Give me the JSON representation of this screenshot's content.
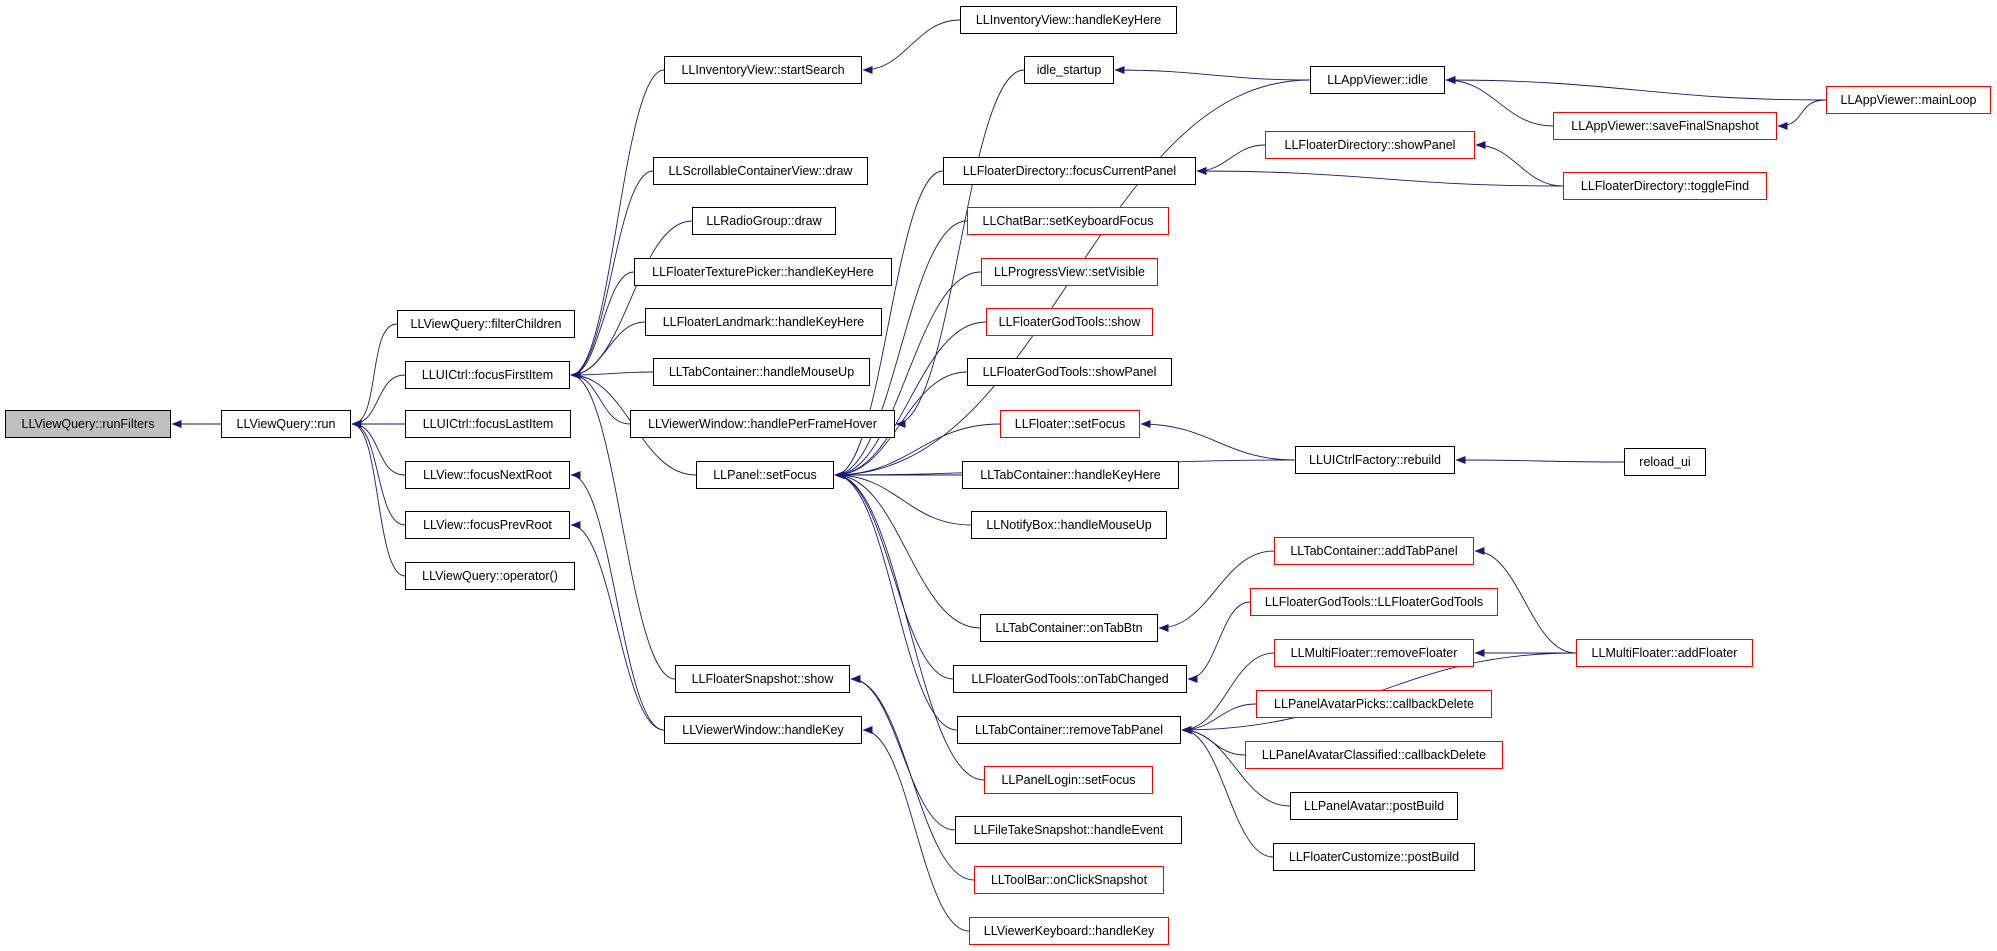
{
  "colors": {
    "edge": "#191970",
    "node_border": "#000000",
    "node_border_external": "#ff0000",
    "root_fill": "#bfbfbf",
    "background": "#ffffff"
  },
  "nodes": [
    {
      "id": "runFilters",
      "label": "LLViewQuery::runFilters",
      "root": true
    },
    {
      "id": "run",
      "label": "LLViewQuery::run"
    },
    {
      "id": "filterChildren",
      "label": "LLViewQuery::filterChildren"
    },
    {
      "id": "focusFirstItem",
      "label": "LLUICtrl::focusFirstItem"
    },
    {
      "id": "focusLastItem",
      "label": "LLUICtrl::focusLastItem"
    },
    {
      "id": "focusNextRoot",
      "label": "LLView::focusNextRoot"
    },
    {
      "id": "focusPrevRoot",
      "label": "LLView::focusPrevRoot"
    },
    {
      "id": "operator",
      "label": "LLViewQuery::operator()"
    },
    {
      "id": "inv_handleKeyHere",
      "label": "LLInventoryView::handleKeyHere"
    },
    {
      "id": "startSearch",
      "label": "LLInventoryView::startSearch"
    },
    {
      "id": "scrollDraw",
      "label": "LLScrollableContainerView::draw"
    },
    {
      "id": "radioDraw",
      "label": "LLRadioGroup::draw"
    },
    {
      "id": "texPicker",
      "label": "LLFloaterTexturePicker::handleKeyHere"
    },
    {
      "id": "landmark",
      "label": "LLFloaterLandmark::handleKeyHere"
    },
    {
      "id": "tabMouseUp",
      "label": "LLTabContainer::handleMouseUp"
    },
    {
      "id": "perFrameHover",
      "label": "LLViewerWindow::handlePerFrameHover"
    },
    {
      "id": "panelSetFocus",
      "label": "LLPanel::setFocus"
    },
    {
      "id": "snapshotShow",
      "label": "LLFloaterSnapshot::show"
    },
    {
      "id": "vwHandleKey",
      "label": "LLViewerWindow::handleKey"
    },
    {
      "id": "idle_startup",
      "label": "idle_startup"
    },
    {
      "id": "dirFocusCurrent",
      "label": "LLFloaterDirectory::focusCurrentPanel"
    },
    {
      "id": "chatBar",
      "label": "LLChatBar::setKeyboardFocus",
      "external": true
    },
    {
      "id": "progressVisible",
      "label": "LLProgressView::setVisible",
      "external": true
    },
    {
      "id": "godShow",
      "label": "LLFloaterGodTools::show",
      "external": true
    },
    {
      "id": "godShowPanel",
      "label": "LLFloaterGodTools::showPanel"
    },
    {
      "id": "floaterSetFocus",
      "label": "LLFloater::setFocus",
      "external": true
    },
    {
      "id": "tabKeyHere",
      "label": "LLTabContainer::handleKeyHere"
    },
    {
      "id": "notifyMouseUp",
      "label": "LLNotifyBox::handleMouseUp"
    },
    {
      "id": "onTabBtn",
      "label": "LLTabContainer::onTabBtn"
    },
    {
      "id": "godTabChanged",
      "label": "LLFloaterGodTools::onTabChanged"
    },
    {
      "id": "removeTabPanel",
      "label": "LLTabContainer::removeTabPanel"
    },
    {
      "id": "loginFocus",
      "label": "LLPanelLogin::setFocus",
      "external": true
    },
    {
      "id": "fileTake",
      "label": "LLFileTakeSnapshot::handleEvent"
    },
    {
      "id": "toolbarSnap",
      "label": "LLToolBar::onClickSnapshot",
      "external": true
    },
    {
      "id": "keyboardKey",
      "label": "LLViewerKeyboard::handleKey",
      "external": true
    },
    {
      "id": "appIdle",
      "label": "LLAppViewer::idle"
    },
    {
      "id": "dirShowPanel",
      "label": "LLFloaterDirectory::showPanel",
      "external": true
    },
    {
      "id": "uiRebuild",
      "label": "LLUICtrlFactory::rebuild"
    },
    {
      "id": "addTabPanel",
      "label": "LLTabContainer::addTabPanel",
      "external": true
    },
    {
      "id": "godCtor",
      "label": "LLFloaterGodTools::LLFloaterGodTools",
      "external": true
    },
    {
      "id": "removeFloater",
      "label": "LLMultiFloater::removeFloater",
      "external": true
    },
    {
      "id": "picksDelete",
      "label": "LLPanelAvatarPicks::callbackDelete",
      "external": true
    },
    {
      "id": "classifiedDelete",
      "label": "LLPanelAvatarClassified::callbackDelete",
      "external": true
    },
    {
      "id": "avatarPostBuild",
      "label": "LLPanelAvatar::postBuild"
    },
    {
      "id": "customizePostBuild",
      "label": "LLFloaterCustomize::postBuild"
    },
    {
      "id": "saveFinalSnap",
      "label": "LLAppViewer::saveFinalSnapshot",
      "external": true
    },
    {
      "id": "toggleFind",
      "label": "LLFloaterDirectory::toggleFind",
      "external": true
    },
    {
      "id": "reload_ui",
      "label": "reload_ui"
    },
    {
      "id": "addFloater",
      "label": "LLMultiFloater::addFloater",
      "external": true
    },
    {
      "id": "mainLoop",
      "label": "LLAppViewer::mainLoop",
      "external": true
    }
  ],
  "edges": [
    [
      "run",
      "runFilters"
    ],
    [
      "filterChildren",
      "run"
    ],
    [
      "focusFirstItem",
      "run"
    ],
    [
      "focusLastItem",
      "run"
    ],
    [
      "focusNextRoot",
      "run"
    ],
    [
      "focusPrevRoot",
      "run"
    ],
    [
      "operator",
      "run"
    ],
    [
      "startSearch",
      "focusFirstItem"
    ],
    [
      "scrollDraw",
      "focusFirstItem"
    ],
    [
      "radioDraw",
      "focusFirstItem"
    ],
    [
      "texPicker",
      "focusFirstItem"
    ],
    [
      "landmark",
      "focusFirstItem"
    ],
    [
      "tabMouseUp",
      "focusFirstItem"
    ],
    [
      "perFrameHover",
      "focusFirstItem"
    ],
    [
      "panelSetFocus",
      "focusFirstItem"
    ],
    [
      "snapshotShow",
      "focusFirstItem"
    ],
    [
      "vwHandleKey",
      "focusNextRoot"
    ],
    [
      "vwHandleKey",
      "focusPrevRoot"
    ],
    [
      "inv_handleKeyHere",
      "startSearch"
    ],
    [
      "idle_startup",
      "perFrameHover"
    ],
    [
      "dirFocusCurrent",
      "panelSetFocus"
    ],
    [
      "chatBar",
      "panelSetFocus"
    ],
    [
      "progressVisible",
      "panelSetFocus"
    ],
    [
      "godShow",
      "panelSetFocus"
    ],
    [
      "godShowPanel",
      "panelSetFocus"
    ],
    [
      "floaterSetFocus",
      "panelSetFocus"
    ],
    [
      "tabKeyHere",
      "panelSetFocus"
    ],
    [
      "notifyMouseUp",
      "panelSetFocus"
    ],
    [
      "uiRebuild",
      "panelSetFocus"
    ],
    [
      "onTabBtn",
      "panelSetFocus"
    ],
    [
      "godTabChanged",
      "panelSetFocus"
    ],
    [
      "removeTabPanel",
      "panelSetFocus"
    ],
    [
      "loginFocus",
      "panelSetFocus"
    ],
    [
      "appIdle",
      "panelSetFocus"
    ],
    [
      "fileTake",
      "snapshotShow"
    ],
    [
      "toolbarSnap",
      "snapshotShow"
    ],
    [
      "keyboardKey",
      "vwHandleKey"
    ],
    [
      "appIdle",
      "idle_startup"
    ],
    [
      "dirShowPanel",
      "dirFocusCurrent"
    ],
    [
      "toggleFind",
      "dirFocusCurrent"
    ],
    [
      "uiRebuild",
      "floaterSetFocus"
    ],
    [
      "addTabPanel",
      "onTabBtn"
    ],
    [
      "godCtor",
      "godTabChanged"
    ],
    [
      "removeFloater",
      "removeTabPanel"
    ],
    [
      "picksDelete",
      "removeTabPanel"
    ],
    [
      "classifiedDelete",
      "removeTabPanel"
    ],
    [
      "avatarPostBuild",
      "removeTabPanel"
    ],
    [
      "customizePostBuild",
      "removeTabPanel"
    ],
    [
      "addFloater",
      "removeTabPanel"
    ],
    [
      "mainLoop",
      "appIdle"
    ],
    [
      "saveFinalSnap",
      "appIdle"
    ],
    [
      "toggleFind",
      "dirShowPanel"
    ],
    [
      "reload_ui",
      "uiRebuild"
    ],
    [
      "addFloater",
      "addTabPanel"
    ],
    [
      "addFloater",
      "removeFloater"
    ],
    [
      "mainLoop",
      "saveFinalSnap"
    ]
  ]
}
